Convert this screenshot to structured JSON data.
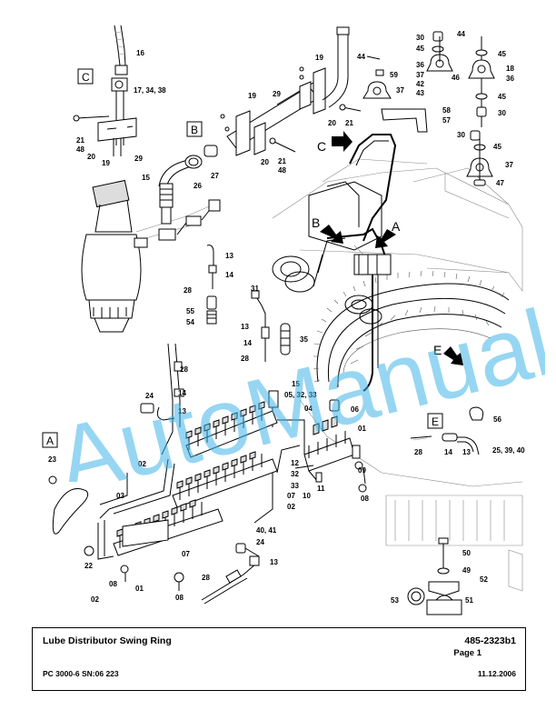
{
  "title_block": {
    "title": "Lube Distributor Swing Ring",
    "doc_number": "485-2323b1",
    "page": "Page 1",
    "model": "PC 3000-6 SN:06 223",
    "date": "11.12.2006"
  },
  "watermark": "AutoManual",
  "detail_boxes": {
    "c": "C",
    "b": "B",
    "a": "A",
    "e": "E"
  },
  "view_arrows": {
    "c": "C",
    "b": "B",
    "a": "A",
    "e": "E"
  },
  "callouts": {
    "c16": "16",
    "c17": "17, 34, 38",
    "c21a": "21",
    "c48a": "48",
    "c20a": "20",
    "c19a": "19",
    "c29a": "29",
    "b19a": "19",
    "b29": "29",
    "b19b": "19",
    "b20a": "20",
    "b21a": "21",
    "b20b": "20",
    "b21b": "21",
    "b48": "48",
    "b15": "15",
    "b26": "26",
    "b27": "27",
    "r44a": "44",
    "r59": "59",
    "r45a": "45",
    "r30a": "30",
    "r36a": "36",
    "r37a": "37",
    "r42": "42",
    "r43": "43",
    "r46": "46",
    "r37b": "37",
    "r44b": "44",
    "r45b": "45",
    "r18": "18",
    "r36b": "36",
    "r45c": "45",
    "r30b": "30",
    "r58": "58",
    "r57": "57",
    "r30c": "30",
    "r45d": "45",
    "r37c": "37",
    "r47": "47",
    "m13a": "13",
    "m14a": "14",
    "m28a": "28",
    "m55": "55",
    "m54": "54",
    "m31": "31",
    "m13b": "13",
    "m14b": "14",
    "m28b": "28",
    "m35": "35",
    "a28": "28",
    "a24a": "24",
    "a14": "14",
    "a13a": "13",
    "a15": "15",
    "a05": "05, 32, 33",
    "a04": "04",
    "a06": "06",
    "a01a": "01",
    "a09": "09",
    "a12": "12",
    "a32": "32",
    "a33": "33",
    "a07a": "07",
    "a02a": "02",
    "a11": "11",
    "a10": "10",
    "a08a": "08",
    "a02b": "02",
    "a03": "03",
    "a23": "23",
    "a22": "22",
    "a02c": "02",
    "a08b": "08",
    "a01b": "01",
    "a08c": "08",
    "a07b": "07",
    "a40": "40, 41",
    "a24b": "24",
    "a13b": "13",
    "a28b": "28",
    "e56": "56",
    "e28": "28",
    "e14": "14",
    "e13": "13",
    "e25": "25, 39, 40",
    "f50": "50",
    "f49": "49",
    "f52": "52",
    "f53": "53",
    "f51": "51"
  }
}
